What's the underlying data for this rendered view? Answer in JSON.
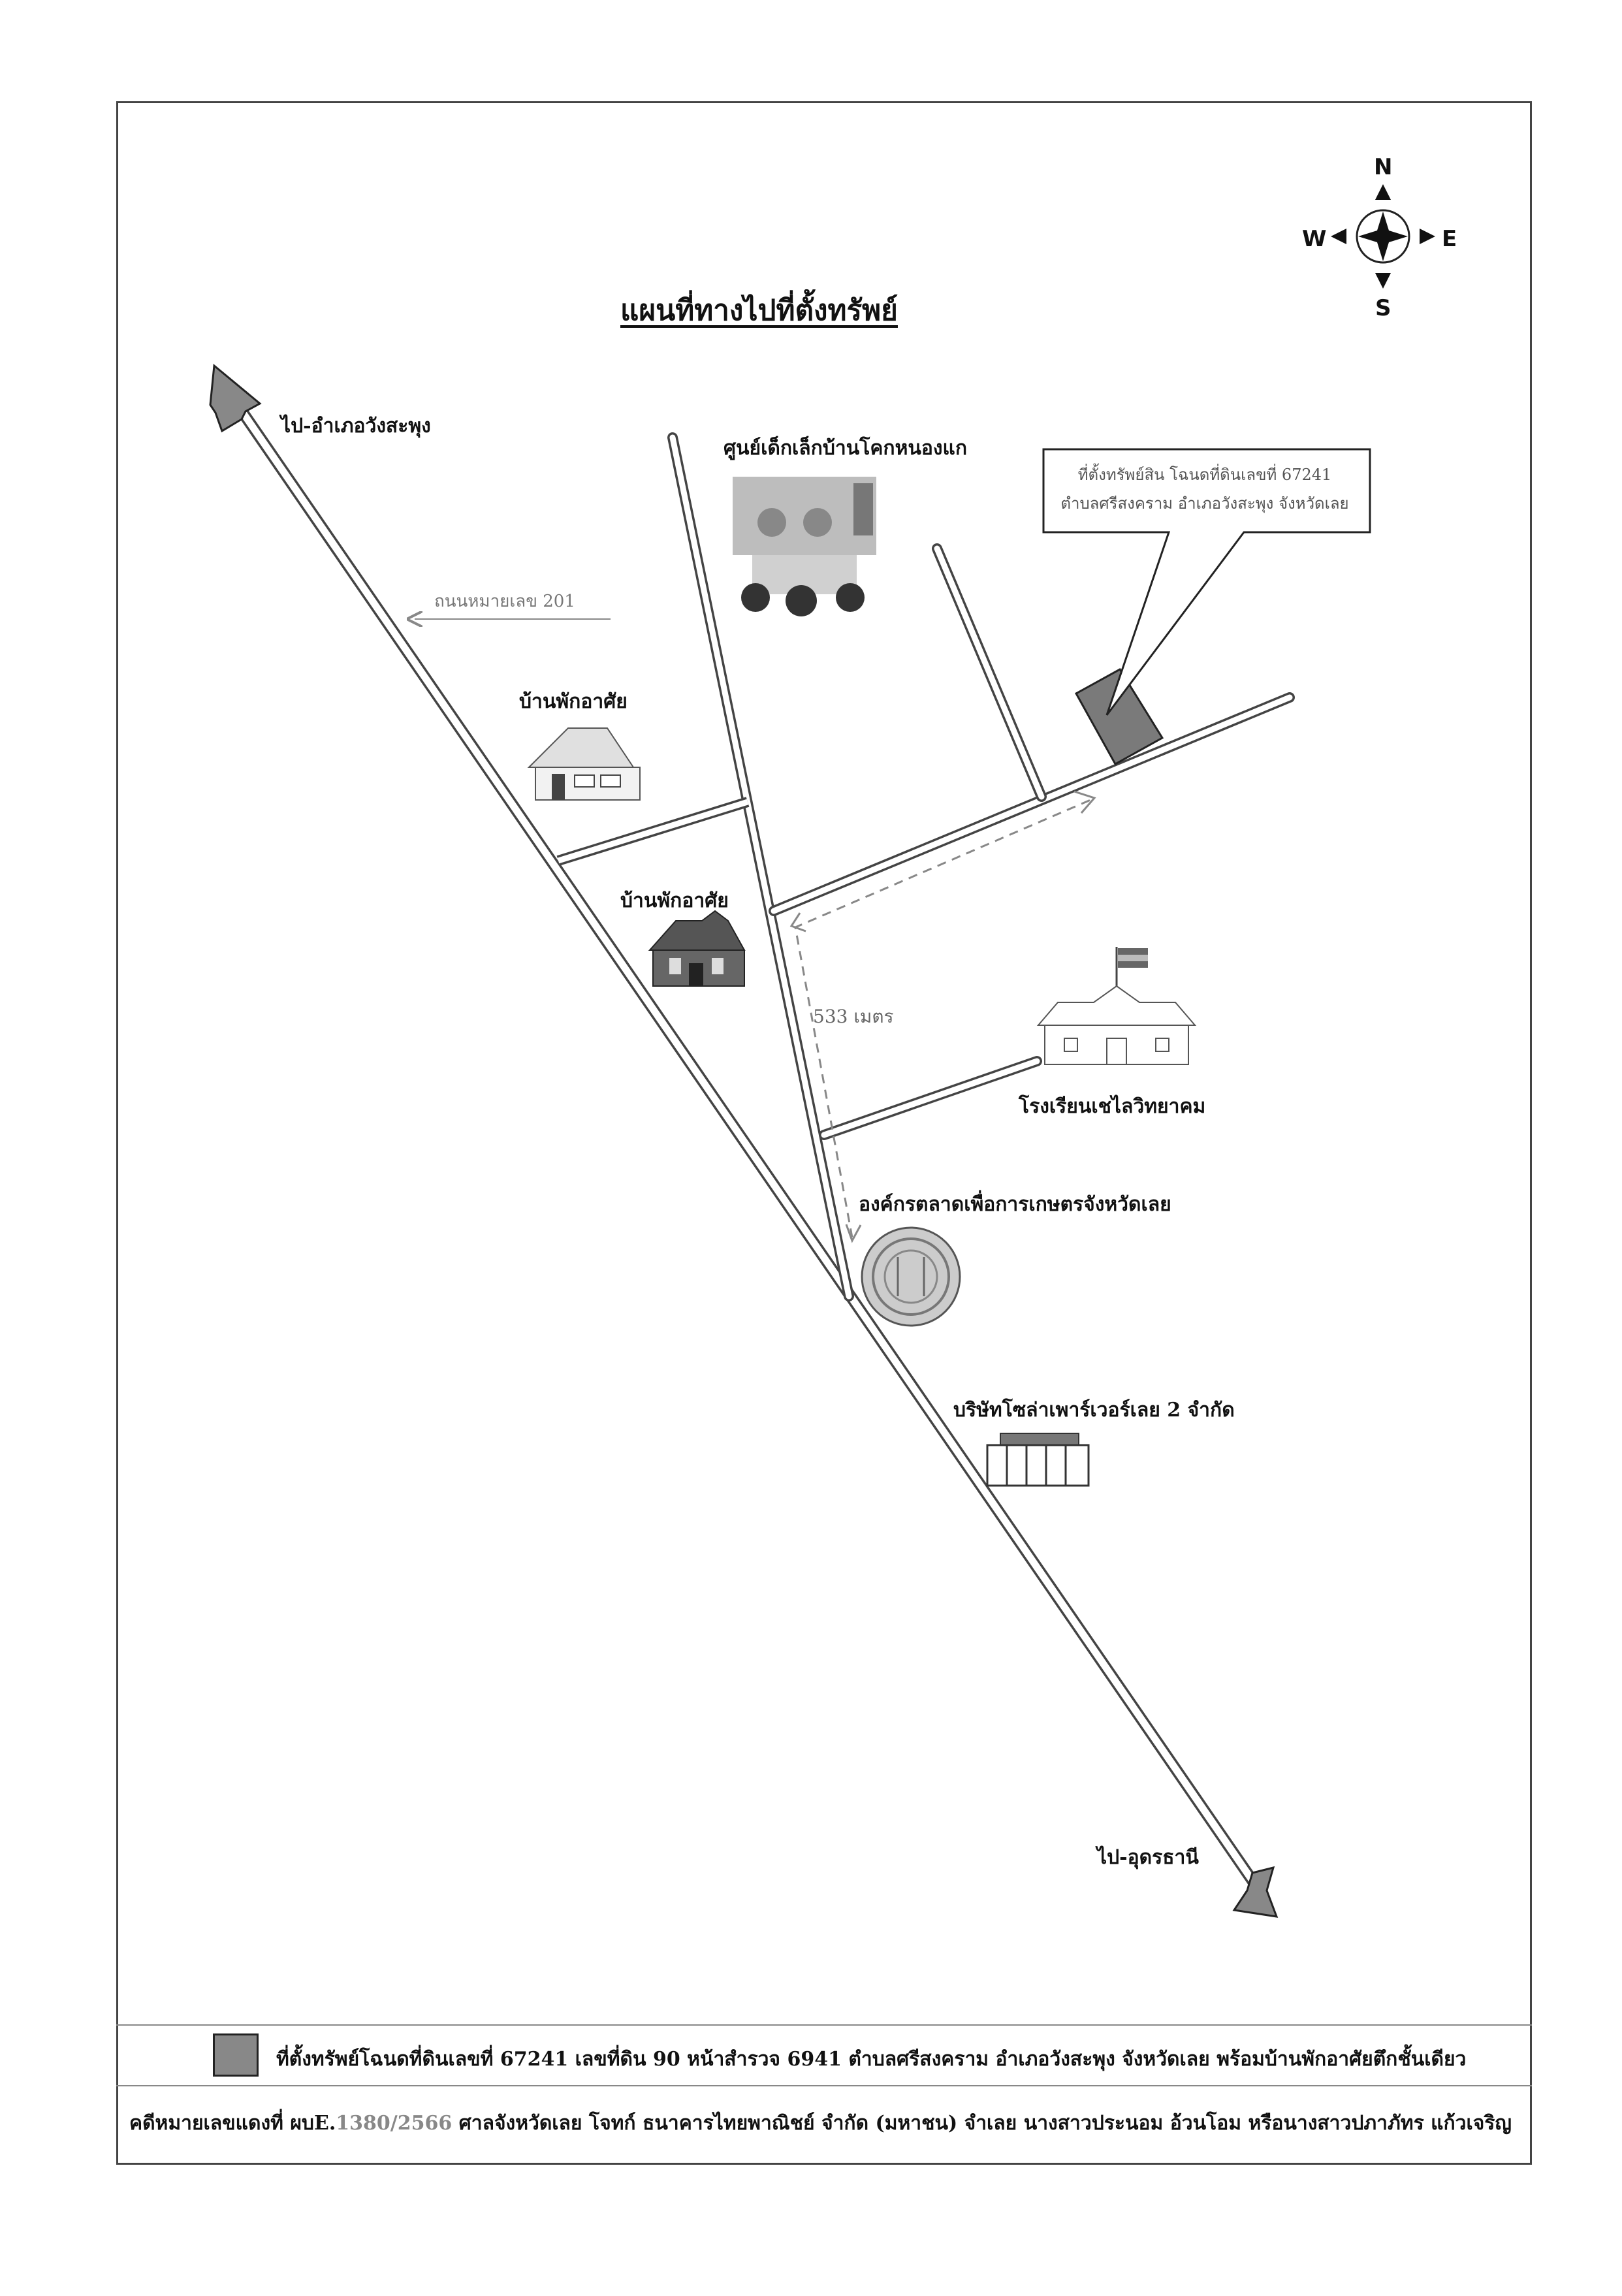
{
  "title": "แผนที่ทางไปที่ตั้งทรัพย์",
  "compass": {
    "n": "N",
    "s": "S",
    "e": "E",
    "w": "W",
    "icon": "compass-rose-icon"
  },
  "directions": {
    "northwest": "ไป-อำเภอวังสะพุง",
    "southeast": "ไป-อุดรธานี"
  },
  "road_label": "ถนนหมายเลข 201",
  "places": {
    "childcare": "ศูนย์เด็กเล็กบ้านโคกหนองแก",
    "house1": "บ้านพักอาศัย",
    "house2": "บ้านพักอาศัย",
    "school": "โรงเรียนเชไลวิทยาคม",
    "market": "องค์กรตลาดเพื่อการเกษตรจังหวัดเลย",
    "company": "บริษัทโซล่าเพาร์เวอร์เลย 2 จำกัด"
  },
  "callout": {
    "line1": "ที่ตั้งทรัพย์สิน โฉนดที่ดินเลขที่ 67241",
    "line2": "ตำบลศรีสงคราม อำเภอวังสะพุง จังหวัดเลย"
  },
  "distance": "533 เมตร",
  "legend": "ที่ตั้งทรัพย์โฉนดที่ดินเลขที่ 67241  เลขที่ดิน 90 หน้าสำรวจ 6941  ตำบลศรีสงคราม  อำเภอวังสะพุง จังหวัดเลย  พร้อมบ้านพักอาศัยตึกชั้นเดียว",
  "case": {
    "prefix": "คดีหมายเลขแดงที่ ผบE.",
    "number": "1380/2566",
    "suffix": " ศาลจังหวัดเลย โจทก์ ธนาคารไทยพาณิชย์  จำกัด (มหาชน) จำเลย นางสาวประนอม อ้วนโอม หรือนางสาวปภาภัทร แก้วเจริญ"
  },
  "colors": {
    "road_outline": "#444444",
    "parcel": "#7a7a7a",
    "dashed": "#888888"
  }
}
